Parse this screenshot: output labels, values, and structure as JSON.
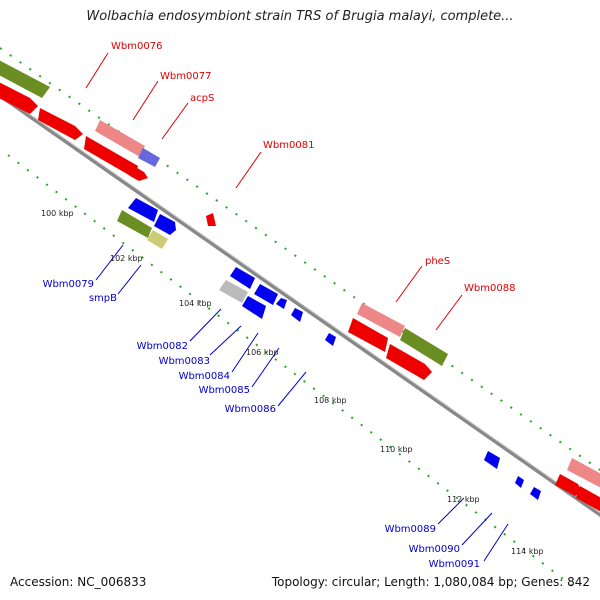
{
  "title": "Wolbachia endosymbiont strain TRS of Brugia malayi, complete...",
  "footer": {
    "accession": "Accession: NC_006833",
    "topology": "Topology: circular; Length: 1,080,084 bp; Genes: 842"
  },
  "colors": {
    "forward_red": "#ee0000",
    "pink": "#ee8888",
    "olive": "#6b8e23",
    "khaki": "#cccc77",
    "blue": "#0000ee",
    "purple": "#6666dd",
    "gray": "#bbbbbb",
    "dots": "#22aa22",
    "backbone": "#888888"
  },
  "scale_labels": [
    "100 kbp",
    "102 kbp",
    "104 kbp",
    "106 kbp",
    "108 kbp",
    "110 kbp",
    "112 kbp",
    "114 kbp"
  ],
  "gene_labels_forward": [
    "Wbm0076",
    "Wbm0077",
    "acpS",
    "Wbm0081",
    "pheS",
    "Wbm0088"
  ],
  "gene_labels_reverse": [
    "Wbm0079",
    "smpB",
    "Wbm0082",
    "Wbm0083",
    "Wbm0084",
    "Wbm0085",
    "Wbm0086",
    "Wbm0089",
    "Wbm0090",
    "Wbm0091"
  ]
}
